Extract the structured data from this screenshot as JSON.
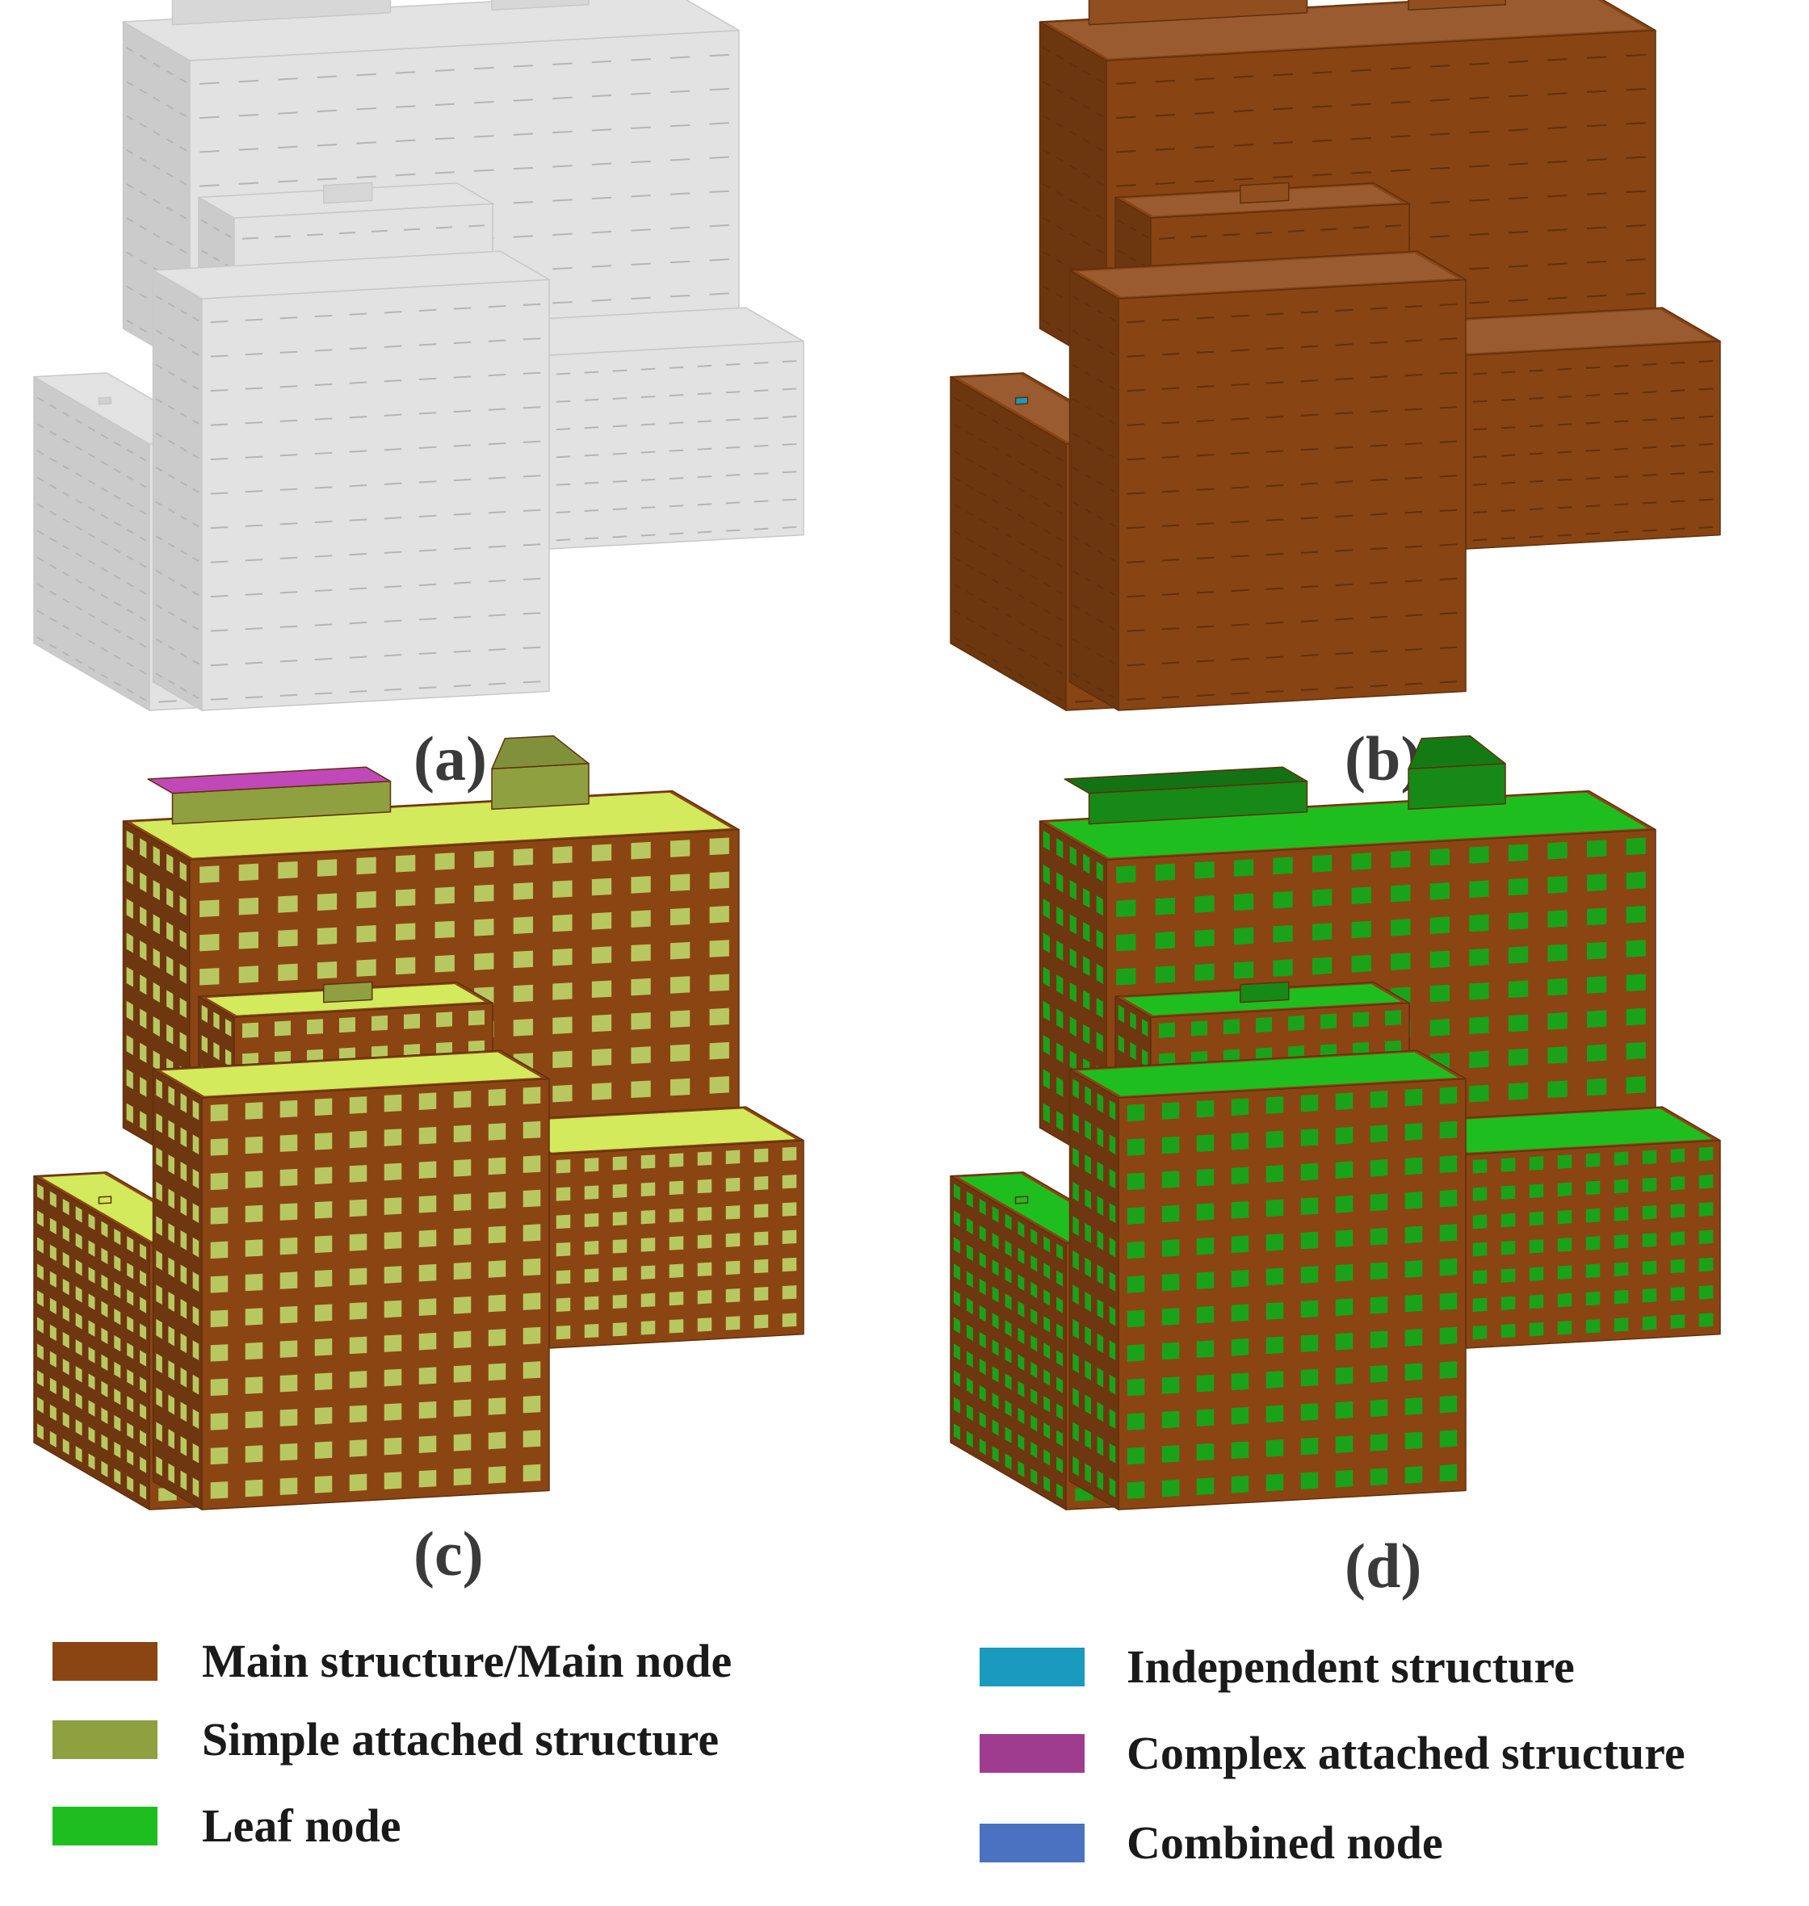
{
  "panels": [
    {
      "id": "a",
      "caption": "(a)",
      "scheme": "grey"
    },
    {
      "id": "b",
      "caption": "(b)",
      "scheme": "main"
    },
    {
      "id": "c",
      "caption": "(c)",
      "scheme": "attached"
    },
    {
      "id": "d",
      "caption": "(d)",
      "scheme": "leaf"
    }
  ],
  "colors": {
    "main": "#8b4513",
    "simple_attached": "#8fa040",
    "leaf": "#1fbe1f",
    "independent": "#1a9abf",
    "complex_attached": "#a03c90",
    "combined": "#4a72c0",
    "grey_model": "#e2e2e2"
  },
  "legend": {
    "left": [
      {
        "label": "Main structure/Main node",
        "color": "#8b4513"
      },
      {
        "label": "Simple attached structure",
        "color": "#8fa040"
      },
      {
        "label": "Leaf  node",
        "color": "#1fbe1f"
      }
    ],
    "right": [
      {
        "label": "Independent structure",
        "color": "#1a9abf"
      },
      {
        "label": "Complex attached structure",
        "color": "#a03c90"
      },
      {
        "label": "Combined  node",
        "color": "#4a72c0"
      }
    ]
  }
}
